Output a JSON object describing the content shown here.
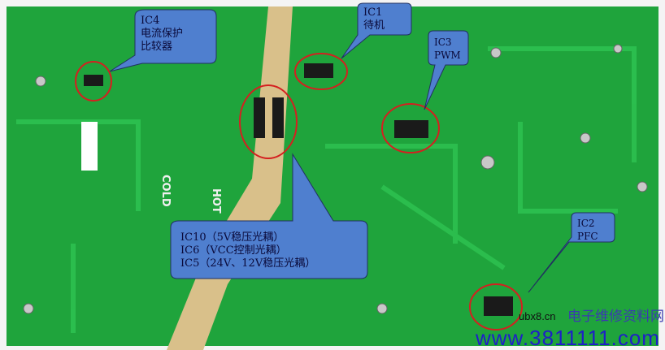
{
  "callouts": {
    "ic4": {
      "label": "IC4",
      "desc": "电流保护\n比较器"
    },
    "ic1": {
      "label": "IC1",
      "desc": "待机"
    },
    "ic3": {
      "label": "IC3",
      "desc": "PWM"
    },
    "ic2": {
      "label": "IC2",
      "desc": "PFC"
    },
    "optocouplers": {
      "lines": [
        "IC10（5V稳压光耦）",
        "IC6（VCC控制光耦）",
        "IC5（24V、12V稳压光耦）"
      ]
    }
  },
  "board_silkscreen": {
    "cold": "COLD",
    "hot": "HOT"
  },
  "watermark": {
    "site_small": "ubx8.cn",
    "site_large": "www.3811111.com",
    "site_cn": "电子维修资料网"
  },
  "colors": {
    "pcb": "#1fa43c",
    "callout_fill": "#4f7fcf",
    "highlight": "#d42020",
    "strip": "#d9c08a"
  }
}
